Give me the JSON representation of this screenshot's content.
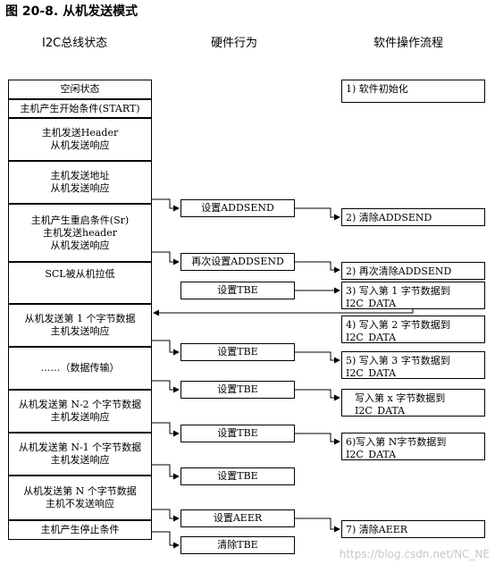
{
  "figure": {
    "title": "图 20-8. 从机发送模式",
    "watermark": "https://blog.csdn.net/NC_NE"
  },
  "columns": {
    "bus": "I2C总线状态",
    "hardware": "硬件行为",
    "software": "软件操作流程"
  },
  "bus_states": [
    {
      "line1": "空闲状态",
      "line2": "",
      "line3": ""
    },
    {
      "line1": "主机产生开始条件(START)",
      "line2": "",
      "line3": ""
    },
    {
      "line1": "主机发送Header",
      "line2": "从机发送响应",
      "line3": ""
    },
    {
      "line1": "主机发送地址",
      "line2": "从机发送响应",
      "line3": ""
    },
    {
      "line1": "主机产生重启条件(Sr)",
      "line2": "主机发送header",
      "line3": "从机发送响应"
    },
    {
      "line1": "SCL被从机拉低",
      "line2": "",
      "line3": ""
    },
    {
      "line1": "从机发送第 1 个字节数据",
      "line2": "主机发送响应",
      "line3": ""
    },
    {
      "line1": "……（数据传输）",
      "line2": "",
      "line3": ""
    },
    {
      "line1": "从机发送第 N-2 个字节数据",
      "line2": "主机发送响应",
      "line3": ""
    },
    {
      "line1": "从机发送第 N-1 个字节数据",
      "line2": "主机发送响应",
      "line3": ""
    },
    {
      "line1": "从机发送第 N 个字节数据",
      "line2": "主机不发送响应",
      "line3": ""
    },
    {
      "line1": "主机产生停止条件",
      "line2": "",
      "line3": ""
    }
  ],
  "hardware_actions": [
    "设置ADDSEND",
    "再次设置ADDSEND",
    "设置TBE",
    "设置TBE",
    "设置TBE",
    "设置TBE",
    "设置TBE",
    "设置AEER",
    "清除TBE"
  ],
  "software_steps": [
    {
      "line1": "1) 软件初始化",
      "line2": ""
    },
    {
      "line1": "2) 清除ADDSEND",
      "line2": ""
    },
    {
      "line1": "2) 再次清除ADDSEND",
      "line2": ""
    },
    {
      "line1": "3) 写入第 1 字节数据到",
      "line2": "I2C_DATA"
    },
    {
      "line1": "4) 写入第 2 字节数据到",
      "line2": "I2C_DATA"
    },
    {
      "line1": "5) 写入第 3 字节数据到",
      "line2": "I2C_DATA"
    },
    {
      "line1": "写入第 x 字节数据到",
      "line2": "I2C_DATA"
    },
    {
      "line1": "6)写入第 N字节数据到",
      "line2": "I2C_DATA"
    },
    {
      "line1": "7) 清除AEER",
      "line2": ""
    }
  ]
}
